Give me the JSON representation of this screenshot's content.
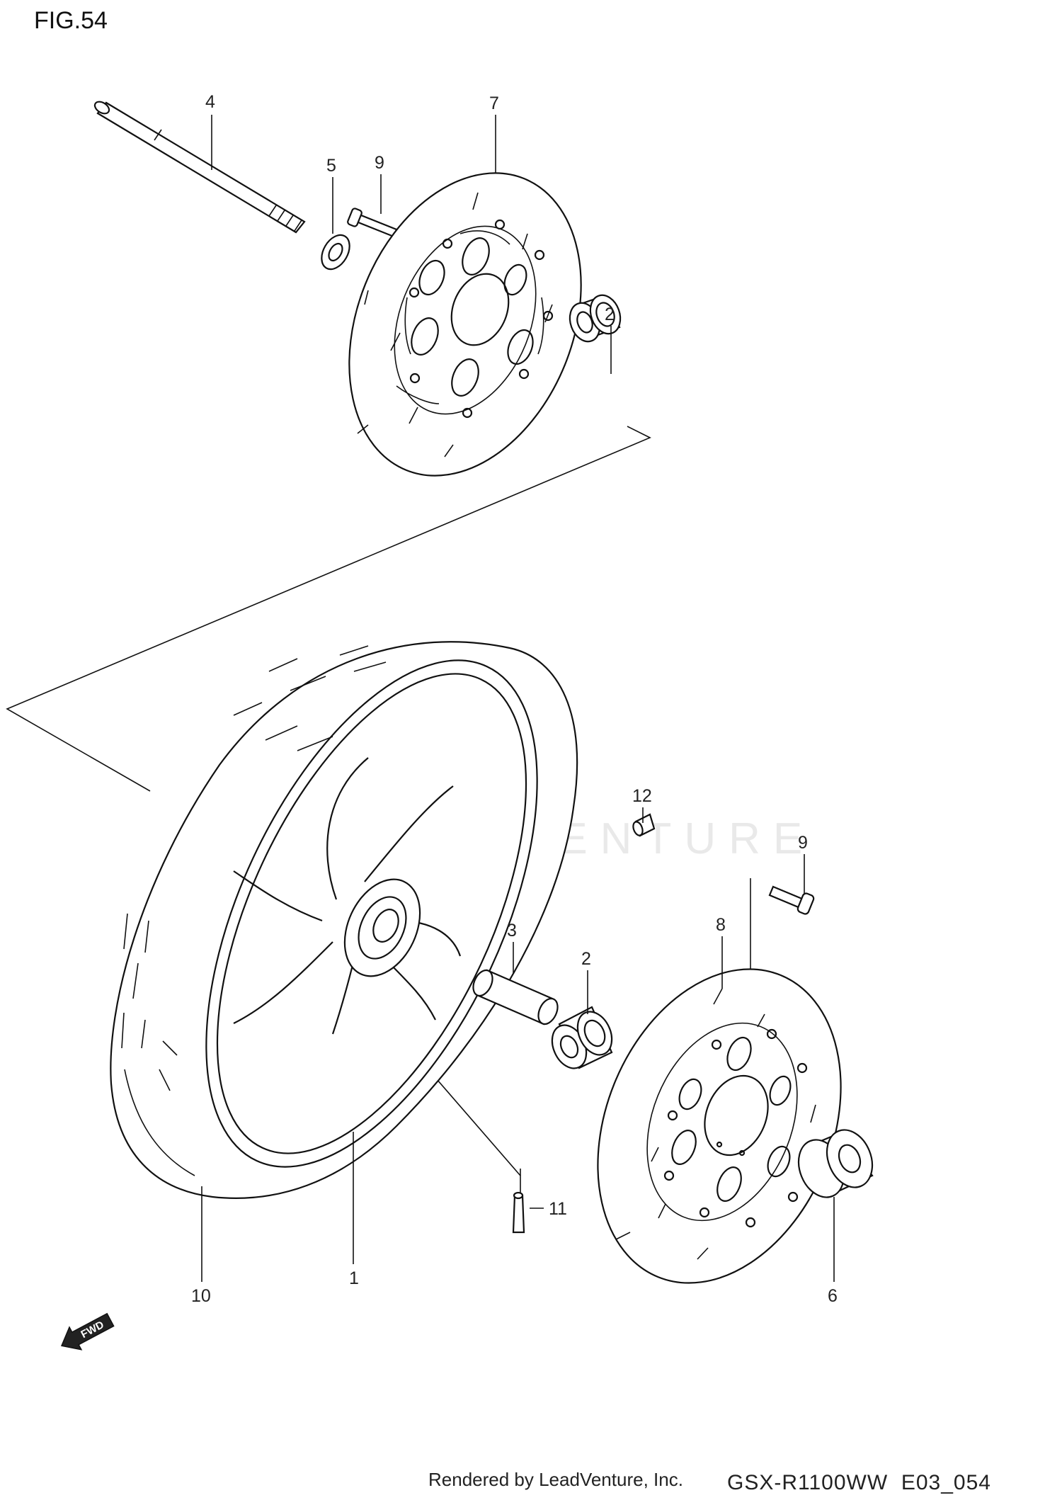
{
  "figure_title": "FIG.54",
  "watermark": "LEADVENTURE",
  "footer": {
    "rendered_by": "Rendered by LeadVenture, Inc.",
    "diagram_code": "GSX-R1100WW  E03_054"
  },
  "fwd_label": "FWD",
  "callouts": {
    "c1": "1",
    "c2a": "2",
    "c2b": "2",
    "c3": "3",
    "c4": "4",
    "c5": "5",
    "c6": "6",
    "c7": "7",
    "c8": "8",
    "c9a": "9",
    "c9b": "9",
    "c10": "10",
    "c11": "11",
    "c12": "12"
  }
}
